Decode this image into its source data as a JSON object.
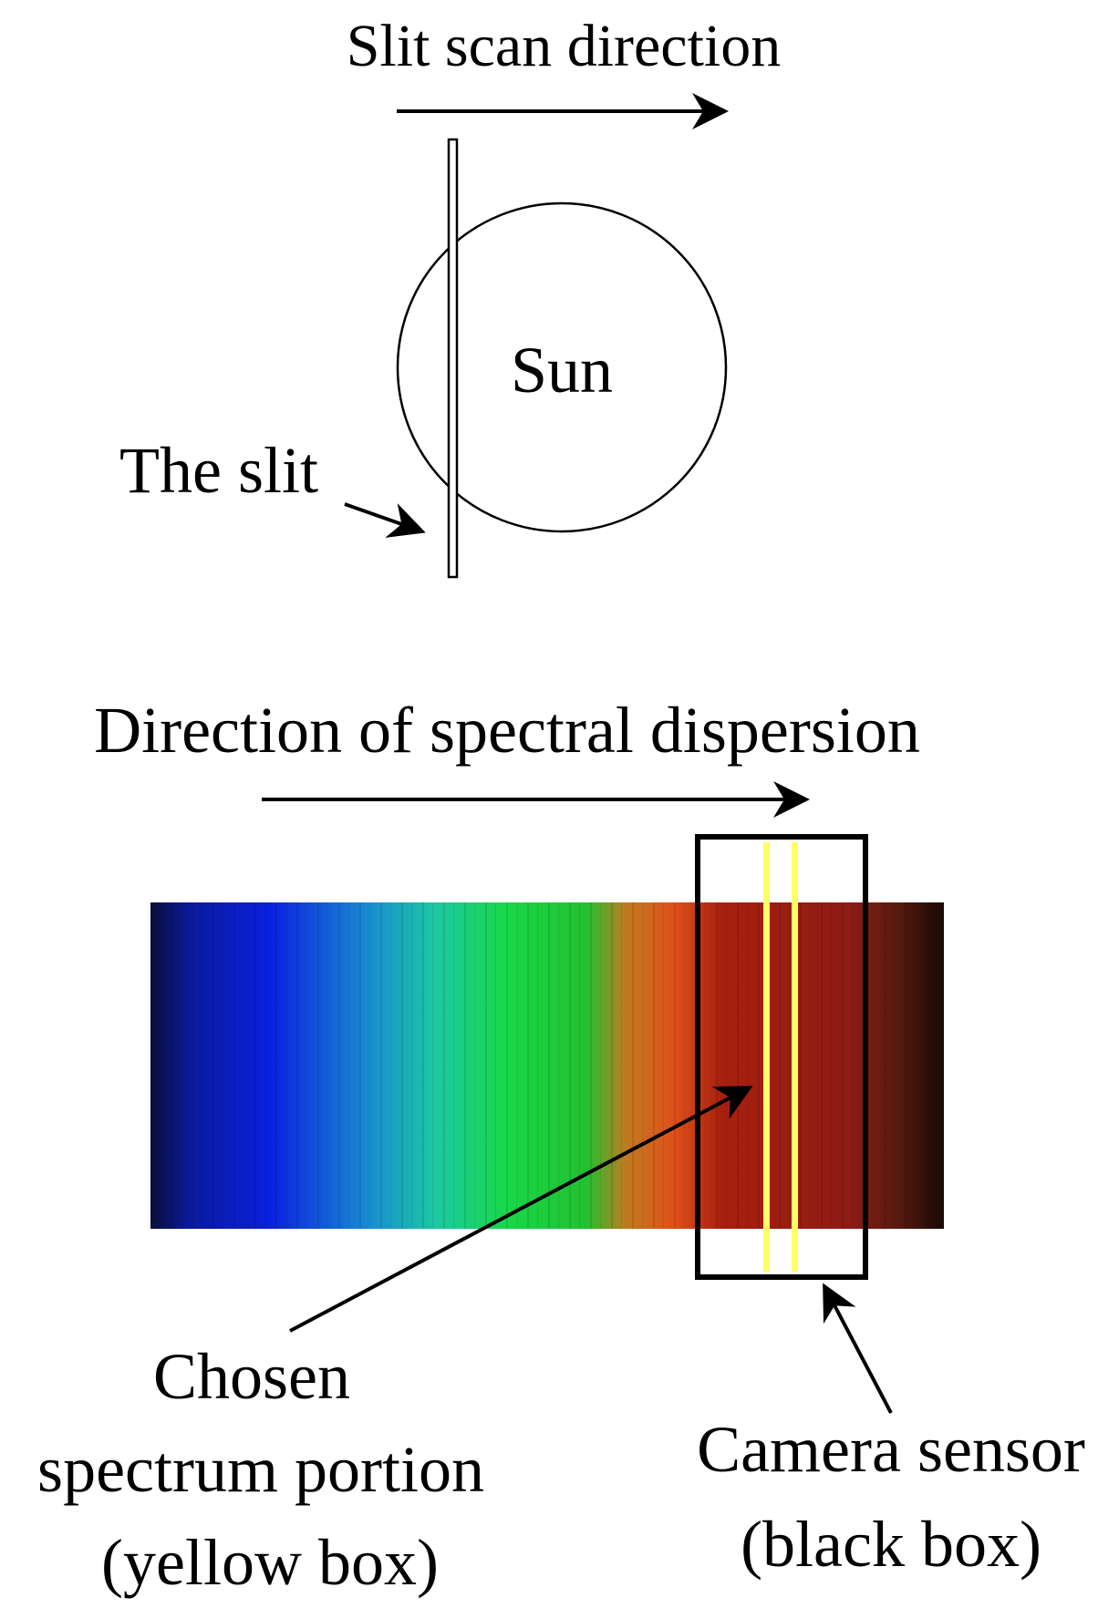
{
  "labels": {
    "slit_scan_direction": "Slit scan direction",
    "sun": "Sun",
    "the_slit": "The slit",
    "direction_of_dispersion": "Direction of spectral dispersion",
    "chosen_line1": "Chosen",
    "chosen_line2": "spectrum portion",
    "chosen_line3": "(yellow box)",
    "camera_line1": "Camera sensor",
    "camera_line2": "(black box)"
  },
  "colors": {
    "yellow_box": "#ffff66",
    "sensor_box": "#000000",
    "spectrum": [
      "#0a0f3a",
      "#0b1a9c",
      "#0a20e0",
      "#1a8fd0",
      "#1cc8a0",
      "#18d848",
      "#22c030",
      "#c07a20",
      "#e0501a",
      "#a8200e",
      "#8e1c14",
      "#5a1a10",
      "#1a0a06"
    ]
  }
}
